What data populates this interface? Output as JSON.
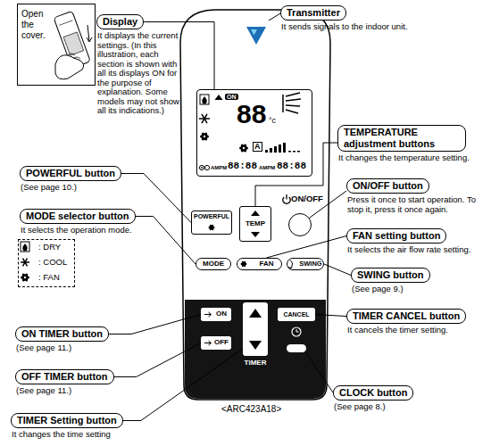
{
  "diagram": {
    "nodes": [
      {
        "text": [
          "Open the cover."
        ]
      },
      {
        "text": [
          "Display",
          "It displays the current settings. (In this illustration, each section is shown with all its displays ON for the purpose of explanation. Some models may not show all its indications.)"
        ]
      },
      {
        "text": [
          "Transmitter",
          "It sends signals to the indoor unit."
        ]
      },
      {
        "text": [
          "TEMPERATURE adjustment buttons",
          "It changes the temperature setting."
        ]
      },
      {
        "text": [
          "POWERFUL button",
          "(See page 10.)"
        ]
      },
      {
        "text": [
          "ON/OFF button",
          "Press it once to start operation. To stop it, press it once again."
        ]
      },
      {
        "text": [
          "MODE selector button",
          "It selects the operation mode."
        ]
      },
      {
        "text": [
          ": DRY",
          ": COOL",
          ": FAN"
        ]
      },
      {
        "text": [
          "FAN setting button",
          "It selects the air flow rate setting."
        ]
      },
      {
        "text": [
          "SWING button",
          "(See page 9.)"
        ]
      },
      {
        "text": [
          "ON TIMER button",
          "(See page 11.)"
        ]
      },
      {
        "text": [
          "TIMER CANCEL button",
          "It cancels the timer setting."
        ]
      },
      {
        "text": [
          "OFF TIMER button",
          "(See page 11.)"
        ]
      },
      {
        "text": [
          "CLOCK button",
          "(See page 8.)"
        ]
      },
      {
        "text": [
          "TIMER Setting button",
          "It changes the time setting"
        ]
      },
      {
        "text": [
          "ON",
          "88",
          "°c",
          "A",
          "AMPM",
          "88:88",
          "AMPM",
          "88:88"
        ]
      },
      {
        "text": [
          "POWERFUL"
        ]
      },
      {
        "text": [
          "TEMP"
        ]
      },
      {
        "text": [
          "ON/OFF"
        ]
      },
      {
        "text": [
          "MODE"
        ]
      },
      {
        "text": [
          "FAN"
        ]
      },
      {
        "text": [
          "SWING"
        ]
      },
      {
        "text": [
          "ON"
        ]
      },
      {
        "text": [
          "OFF"
        ]
      },
      {
        "text": [
          "TIMER"
        ]
      },
      {
        "text": [
          "CANCEL"
        ]
      }
    ],
    "edges": [
      {
        "from": 1,
        "to": 15,
        "arrow": "none"
      },
      {
        "from": 4,
        "to": 16,
        "arrow": "none"
      },
      {
        "from": 3,
        "to": 17,
        "arrow": "none"
      },
      {
        "from": 5,
        "to": 18,
        "arrow": "none"
      },
      {
        "from": 6,
        "to": 19,
        "arrow": "none"
      },
      {
        "from": 8,
        "to": 20,
        "arrow": "none"
      },
      {
        "from": 9,
        "to": 21,
        "arrow": "none"
      },
      {
        "from": 10,
        "to": 22,
        "arrow": "none"
      },
      {
        "from": 11,
        "to": 25,
        "arrow": "none"
      },
      {
        "from": 12,
        "to": 23,
        "arrow": "none"
      },
      {
        "from": 14,
        "to": 24,
        "arrow": "none"
      }
    ],
    "labels": [
      "<ARC423A18>"
    ]
  }
}
